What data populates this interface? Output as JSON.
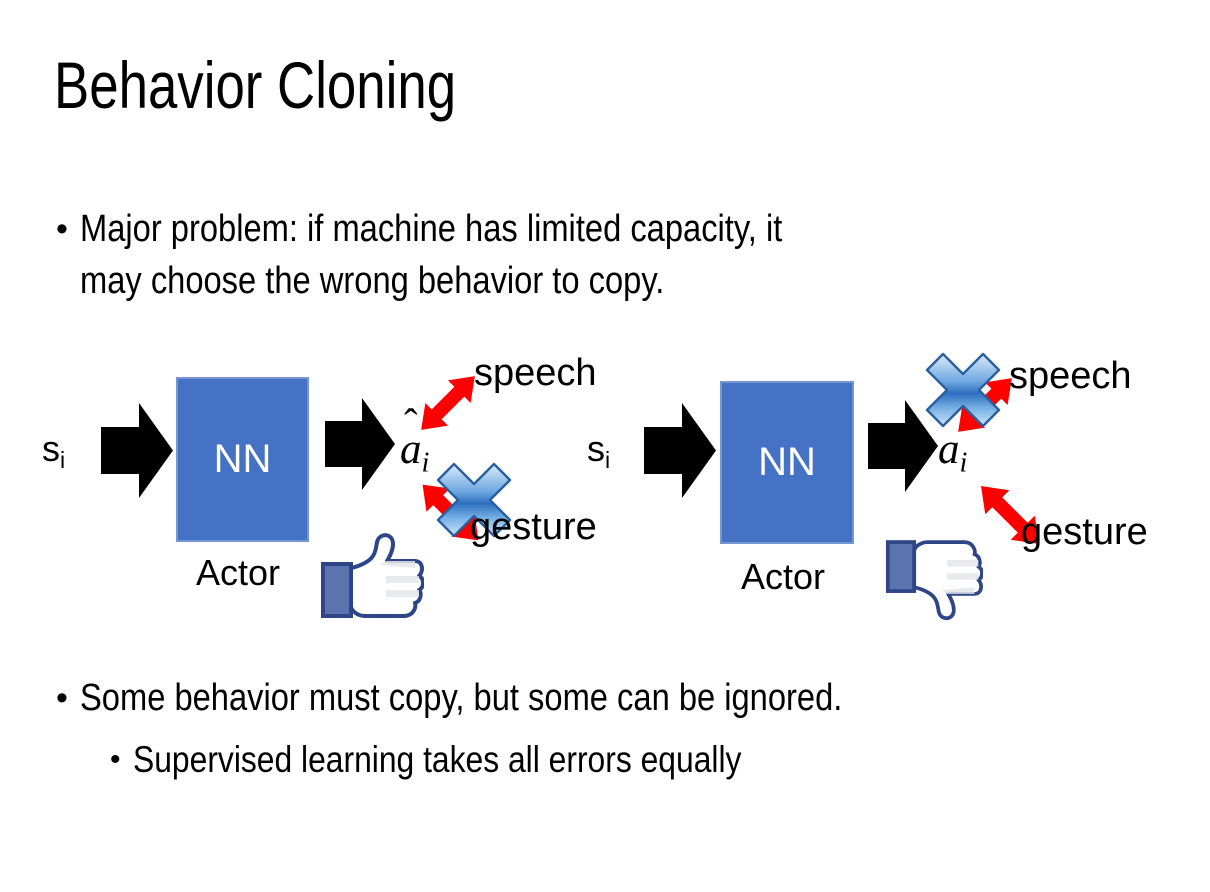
{
  "slide": {
    "title": "Behavior Cloning",
    "bullets": [
      {
        "marker": "•",
        "text": "Major problem: if machine has limited capacity, it\nmay choose the wrong behavior to copy.",
        "level": 1
      },
      {
        "marker": "•",
        "text": "Some behavior must copy, but some can be ignored.",
        "level": 1
      },
      {
        "marker": "•",
        "text": "Supervised learning takes all errors equally",
        "level": 2
      }
    ]
  },
  "diagram": {
    "colors": {
      "nn_box_fill": "#4472C4",
      "nn_box_border": "#7795cf",
      "arrow_black": "#000000",
      "arrow_red": "#FF0000",
      "x_blue_dark": "#2f6fbf",
      "x_blue_light": "#cfe4f7",
      "thumb_outline": "#3B5998",
      "thumb_fill": "#FFFFFF",
      "thumb_cuff": "#5B73AE"
    },
    "panels": [
      {
        "id": "panel-left",
        "state_label": "s",
        "state_sub": "i",
        "box_label": "NN",
        "box_caption": "Actor",
        "action_label": "a",
        "action_sub": "i",
        "action_accent": "ˆ",
        "outputs": [
          {
            "name": "speech",
            "label": "speech",
            "crossed_out": false
          },
          {
            "name": "gesture",
            "label": "gesture",
            "crossed_out": true
          }
        ],
        "verdict_icon": "thumbs-up-icon",
        "verdict": "good"
      },
      {
        "id": "panel-right",
        "state_label": "s",
        "state_sub": "i",
        "box_label": "NN",
        "box_caption": "Actor",
        "action_label": "a",
        "action_sub": "i",
        "action_accent": "ˆ",
        "outputs": [
          {
            "name": "speech",
            "label": "speech",
            "crossed_out": true
          },
          {
            "name": "gesture",
            "label": "gesture",
            "crossed_out": false
          }
        ],
        "verdict_icon": "thumbs-down-icon",
        "verdict": "bad"
      }
    ]
  }
}
